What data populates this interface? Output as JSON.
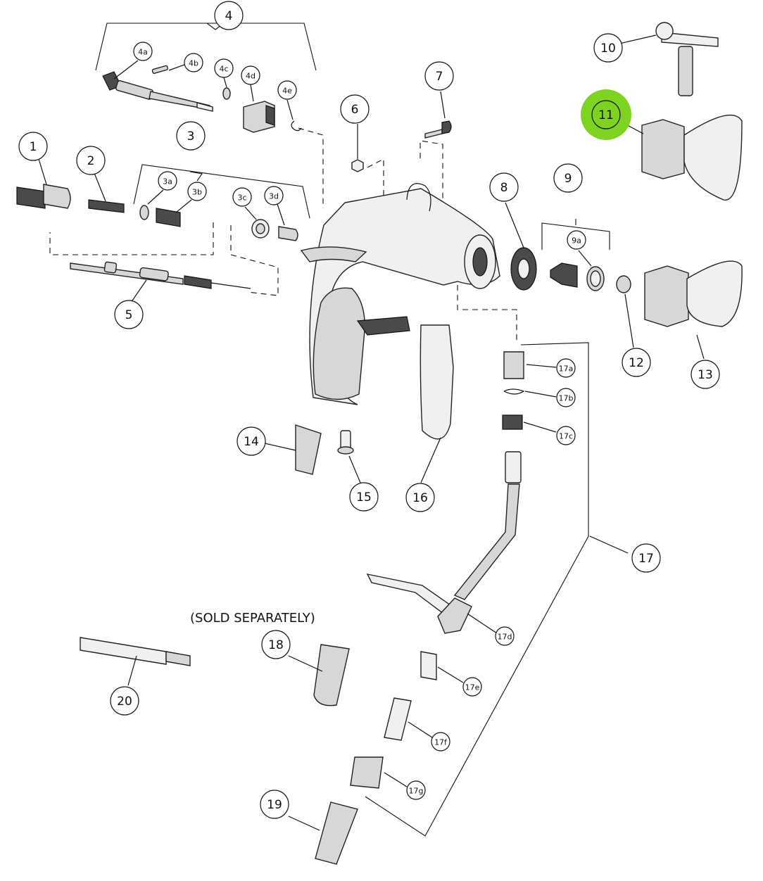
{
  "note": "(SOLD SEPARATELY)",
  "highlight_color": "#7ed321",
  "callouts": [
    "1",
    "2",
    "3",
    "3a",
    "3b",
    "3c",
    "3d",
    "4",
    "4a",
    "4b",
    "4c",
    "4d",
    "4e",
    "5",
    "6",
    "7",
    "8",
    "9",
    "9a",
    "10",
    "11",
    "12",
    "13",
    "14",
    "15",
    "16",
    "17",
    "17a",
    "17b",
    "17c",
    "17d",
    "17e",
    "17f",
    "17g",
    "18",
    "19",
    "20"
  ],
  "highlighted": "11"
}
